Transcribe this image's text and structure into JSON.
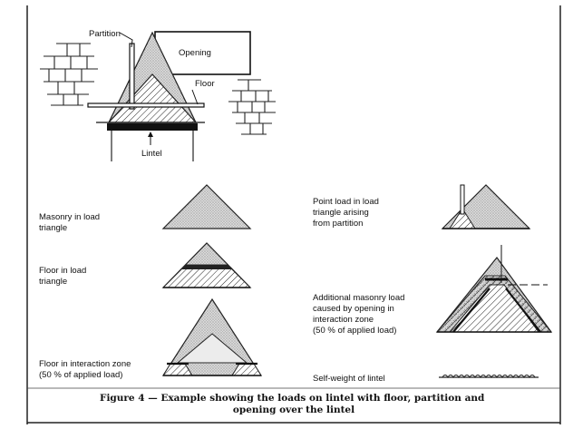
{
  "figure": {
    "labels": {
      "partition": "Partition",
      "opening": "Opening",
      "floor": "Floor",
      "lintel": "Lintel"
    },
    "cases": {
      "masonry": [
        "Masonry in load",
        "triangle"
      ],
      "floor": [
        "Floor in load",
        "triangle"
      ],
      "interaction": [
        "Floor in interaction zone",
        "(50 % of applied load)"
      ],
      "point": [
        "Point load in load",
        "triangle arising",
        "from partition"
      ],
      "additional": [
        "Additional masonry load",
        "caused by opening in",
        "interaction zone",
        "(50 % of applied load)"
      ],
      "selfweight": [
        "Self-weight of lintel"
      ]
    },
    "caption": [
      "Figure 4 — Example showing the loads on lintel with floor, partition and",
      "opening over the lintel"
    ]
  }
}
